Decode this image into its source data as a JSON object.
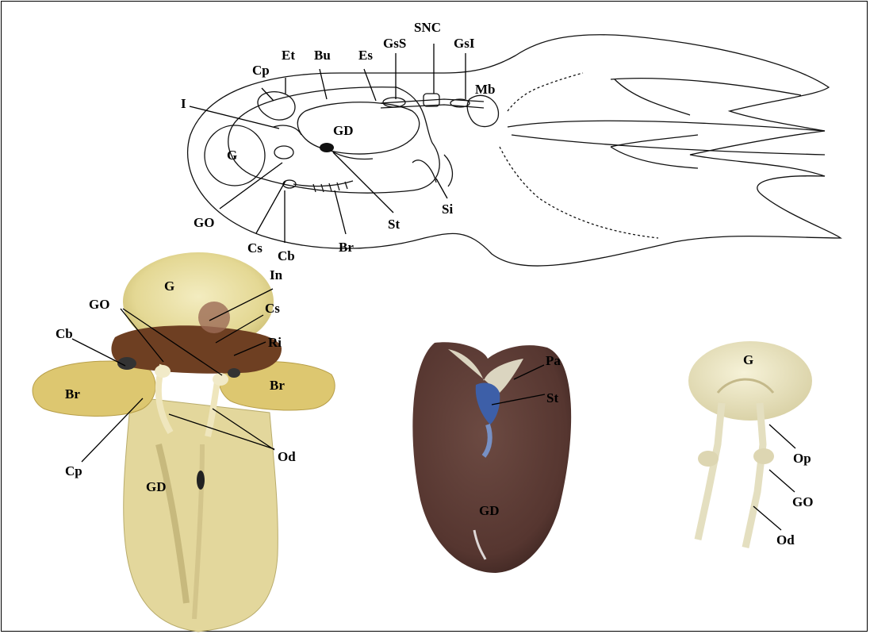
{
  "diagram": {
    "labels": {
      "cp": "Cp",
      "et": "Et",
      "bu": "Bu",
      "es": "Es",
      "gss": "GsS",
      "snc": "SNC",
      "gsi": "GsI",
      "mb": "Mb",
      "i": "I",
      "gd": "GD",
      "g": "G",
      "go": "GO",
      "cs": "Cs",
      "cb": "Cb",
      "br": "Br",
      "st": "St",
      "si": "Si"
    }
  },
  "photo_left": {
    "labels": {
      "g": "G",
      "in": "In",
      "go": "GO",
      "cs": "Cs",
      "cb": "Cb",
      "ri": "Ri",
      "br_left": "Br",
      "br_right": "Br",
      "cp": "Cp",
      "od": "Od",
      "gd": "GD"
    }
  },
  "photo_middle": {
    "labels": {
      "pa": "Pa",
      "st": "St",
      "gd": "GD"
    }
  },
  "photo_right": {
    "labels": {
      "g": "G",
      "op": "Op",
      "go": "GO",
      "od": "Od"
    }
  },
  "colors": {
    "tissue_cream": "#e6dca4",
    "tissue_brown": "#6e3f22",
    "gland_brown": "#5b3a33",
    "stain_blue": "#3d5fa8",
    "ganglion_cream": "#efe9c6"
  }
}
